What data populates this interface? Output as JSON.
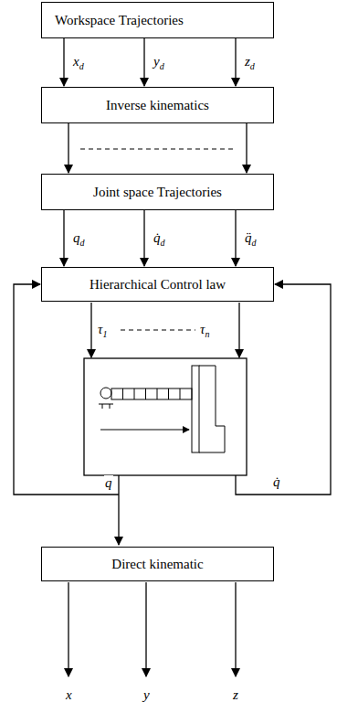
{
  "diagram": {
    "nodes": [
      {
        "text": [
          "Workspace Trajectories"
        ]
      },
      {
        "text": [
          "Inverse kinematics"
        ]
      },
      {
        "text": [
          "Joint space Trajectories"
        ]
      },
      {
        "text": [
          "Hierarchical Control law"
        ]
      },
      {
        "text": [
          "Direct kinematic"
        ]
      }
    ],
    "edges": [
      {
        "from": 0,
        "to": 1,
        "label": "xd",
        "arrow": "to"
      },
      {
        "from": 0,
        "to": 1,
        "label": "yd",
        "arrow": "to"
      },
      {
        "from": 0,
        "to": 1,
        "label": "zd",
        "arrow": "to"
      },
      {
        "from": 1,
        "to": 2,
        "arrow": "to"
      },
      {
        "from": 1,
        "to": 2,
        "arrow": "to"
      },
      {
        "from": 2,
        "to": 3,
        "label": "qd",
        "arrow": "to"
      },
      {
        "from": 2,
        "to": 3,
        "label": "q̇d",
        "arrow": "to"
      },
      {
        "from": 2,
        "to": 3,
        "label": "q̈d",
        "arrow": "to"
      }
    ],
    "labels": [
      "τ1",
      "τn",
      "q",
      "q̇",
      "x",
      "y",
      "z"
    ]
  }
}
